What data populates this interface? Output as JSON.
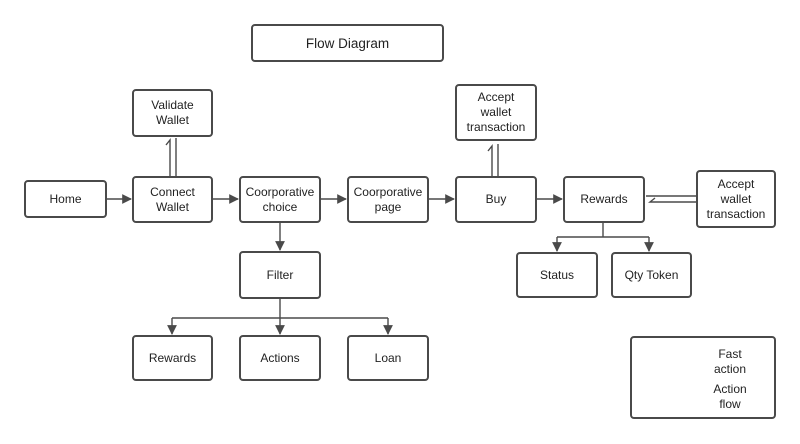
{
  "title": "Flow Diagram",
  "colors": {
    "line": "#4a4a4a",
    "text": "#222222",
    "background": "#ffffff"
  },
  "nodes": {
    "home": "Home",
    "validate_wallet": "Validate\nWallet",
    "connect_wallet": "Connect\nWallet",
    "coorporative_choice": "Coorporative\nchoice",
    "coorporative_page": "Coorporative\npage",
    "buy": "Buy",
    "accept_tx_top": "Accept\nwallet\ntransaction",
    "rewards": "Rewards",
    "accept_tx_right": "Accept\nwallet\ntransaction",
    "filter": "Filter",
    "status": "Status",
    "qty_token": "Qty Token",
    "filter_rewards": "Rewards",
    "actions": "Actions",
    "loan": "Loan"
  },
  "legend": {
    "fast_action": "Fast\naction",
    "action_flow": "Action\nflow"
  }
}
